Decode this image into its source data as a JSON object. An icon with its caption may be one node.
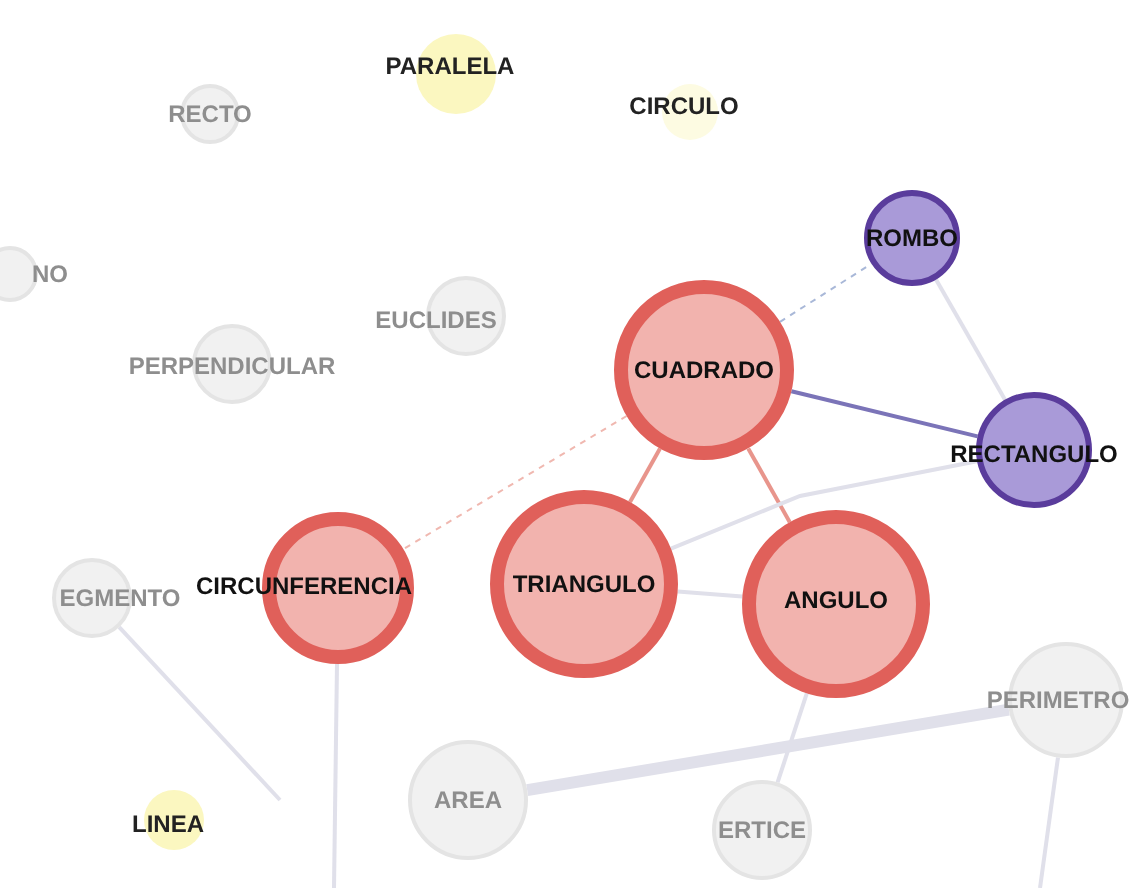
{
  "diagram": {
    "nodes": [
      {
        "text": [
          "PARALELA"
        ]
      },
      {
        "text": [
          "CIRCULO"
        ]
      },
      {
        "text": [
          "RECTO"
        ]
      },
      {
        "text": [
          "ROMBO"
        ]
      },
      {
        "text": [
          "NO"
        ]
      },
      {
        "text": [
          "EUCLIDES"
        ]
      },
      {
        "text": [
          "PERPENDICULAR"
        ]
      },
      {
        "text": [
          "CUADRADO"
        ]
      },
      {
        "text": [
          "RECTANGULO"
        ]
      },
      {
        "text": [
          "CIRCUNFERENCIA"
        ]
      },
      {
        "text": [
          "TRIANGULO"
        ]
      },
      {
        "text": [
          "EGMENTO"
        ]
      },
      {
        "text": [
          "ANGULO"
        ]
      },
      {
        "text": [
          "PERIMETRO"
        ]
      },
      {
        "text": [
          "AREA"
        ]
      },
      {
        "text": [
          "LINEA"
        ]
      },
      {
        "text": [
          "ERTICE"
        ]
      }
    ],
    "edges": [
      {
        "from": 7,
        "to": 3,
        "arrow": "none",
        "style": "dashed",
        "color": "#a9b8d8"
      },
      {
        "from": 7,
        "to": 8,
        "arrow": "none",
        "color": "#7b74b8"
      },
      {
        "from": 3,
        "to": 8,
        "arrow": "none"
      },
      {
        "from": 7,
        "to": 9,
        "arrow": "none",
        "style": "dashed",
        "color": "#f0b8b0"
      },
      {
        "from": 7,
        "to": 10,
        "arrow": "none",
        "color": "#e8958c"
      },
      {
        "from": 7,
        "to": 12,
        "arrow": "none",
        "color": "#e8958c"
      },
      {
        "from": 10,
        "to": 12,
        "arrow": "none"
      },
      {
        "from": 8,
        "to": 10,
        "arrow": "none"
      },
      {
        "from": 14,
        "to": 13,
        "arrow": "none",
        "style": "thick"
      },
      {
        "from": 9,
        "to": null,
        "arrow": "none"
      },
      {
        "from": 12,
        "to": 16,
        "arrow": "none"
      },
      {
        "from": 13,
        "to": null,
        "arrow": "none"
      },
      {
        "from": 11,
        "to": null,
        "arrow": "none"
      }
    ]
  }
}
